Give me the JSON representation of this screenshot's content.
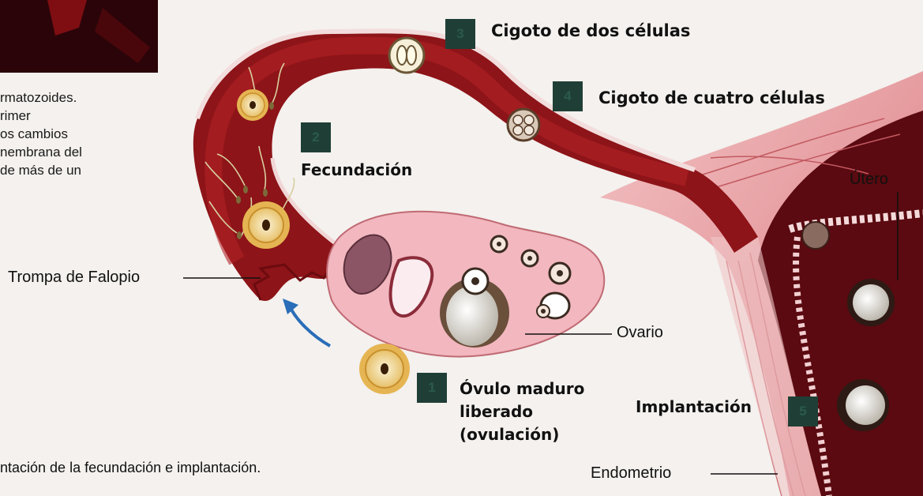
{
  "body_text": {
    "lines": [
      "rmatozoides.",
      "rimer",
      "os cambios",
      "nembrana del",
      "de más de un"
    ]
  },
  "caption": "ntación de la fecundación e implantación.",
  "steps": [
    {
      "number": "1",
      "label_lines": [
        "Óvulo maduro",
        "liberado",
        "(ovulación)"
      ]
    },
    {
      "number": "2",
      "label_lines": [
        "Fecundación"
      ]
    },
    {
      "number": "3",
      "label_lines": [
        "Cigoto de dos células"
      ]
    },
    {
      "number": "4",
      "label_lines": [
        "Cigoto de cuatro células"
      ]
    },
    {
      "number": "5",
      "label_lines": [
        "Implantación"
      ]
    }
  ],
  "organ_labels": {
    "tube": "Trompa de Falopio",
    "ovary": "Ovario",
    "uterus": "Útero",
    "endometrium": "Endometrio"
  },
  "colors": {
    "tube_dark": "#7a0f12",
    "tube_red": "#a81a1c",
    "muscle_pink": "#e8a0a4",
    "ovary_pink": "#f2b7bf",
    "badge_green": "#1f3f36",
    "arrow_blue": "#2a6db8",
    "egg_gold": "#e9c877"
  }
}
